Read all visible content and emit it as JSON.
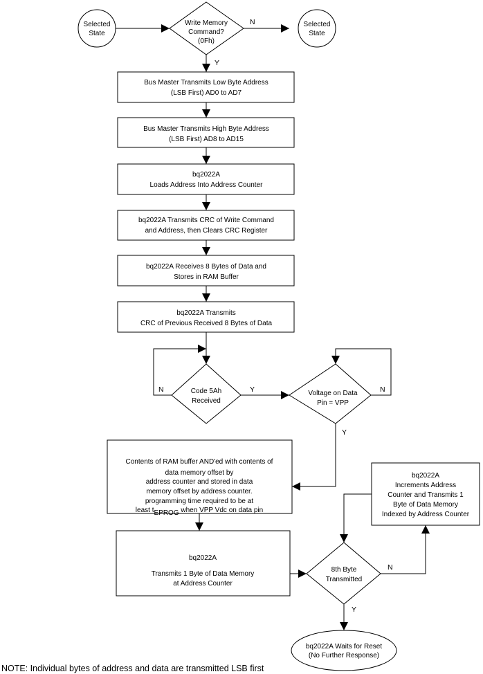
{
  "flowchart": {
    "start_state": [
      "Selected",
      "State"
    ],
    "end_state_selected": [
      "Selected",
      "State"
    ],
    "decision_write_memory": [
      "Write Memory",
      "Command?",
      "(0Fh)"
    ],
    "box_low_byte": [
      "Bus Master Transmits Low Byte Address",
      "(LSB First) AD0 to AD7"
    ],
    "box_high_byte": [
      "Bus Master Transmits High Byte Address",
      "(LSB First) AD8 to AD15"
    ],
    "box_load_address": [
      "bq2022A",
      "Loads Address Into Address Counter"
    ],
    "box_crc_cmd": [
      "bq2022A Transmits CRC of Write Command",
      "and Address,  then Clears CRC Register"
    ],
    "box_receive": [
      "bq2022A Receives 8 Bytes of Data and",
      "Stores in RAM Buffer"
    ],
    "box_crc_data": [
      "bq2022A Transmits",
      "CRC of Previous Received 8 Bytes of Data"
    ],
    "decision_code_5ah": [
      "Code 5Ah",
      "Received"
    ],
    "decision_vpp": [
      "Voltage on Data",
      "Pin = VPP"
    ],
    "box_contents": [
      "Contents of RAM buffer AND'ed with contents of",
      "data memory offset  by",
      "address counter and stored in data",
      "memory offset  by address counter.",
      "programming time required to be at",
      "least t",
      "EPROG",
      " when VPP Vdc on data pin"
    ],
    "box_increments": [
      "bq2022A",
      "Increments Address",
      "Counter and Transmits 1",
      "Byte of Data Memory",
      "Indexed by Address Counter"
    ],
    "box_transmit_byte": [
      "bq2022A",
      "Transmits 1 Byte of Data Memory",
      "at Address Counter"
    ],
    "decision_8th_byte": [
      "8th Byte",
      "Transmitted"
    ],
    "end_wait_reset": [
      "bq2022A  Waits for Reset",
      "(No Further Response)"
    ],
    "labels": {
      "n": "N",
      "y": "Y"
    },
    "note": "NOTE: Individual bytes of address and data are transmitted LSB first"
  }
}
